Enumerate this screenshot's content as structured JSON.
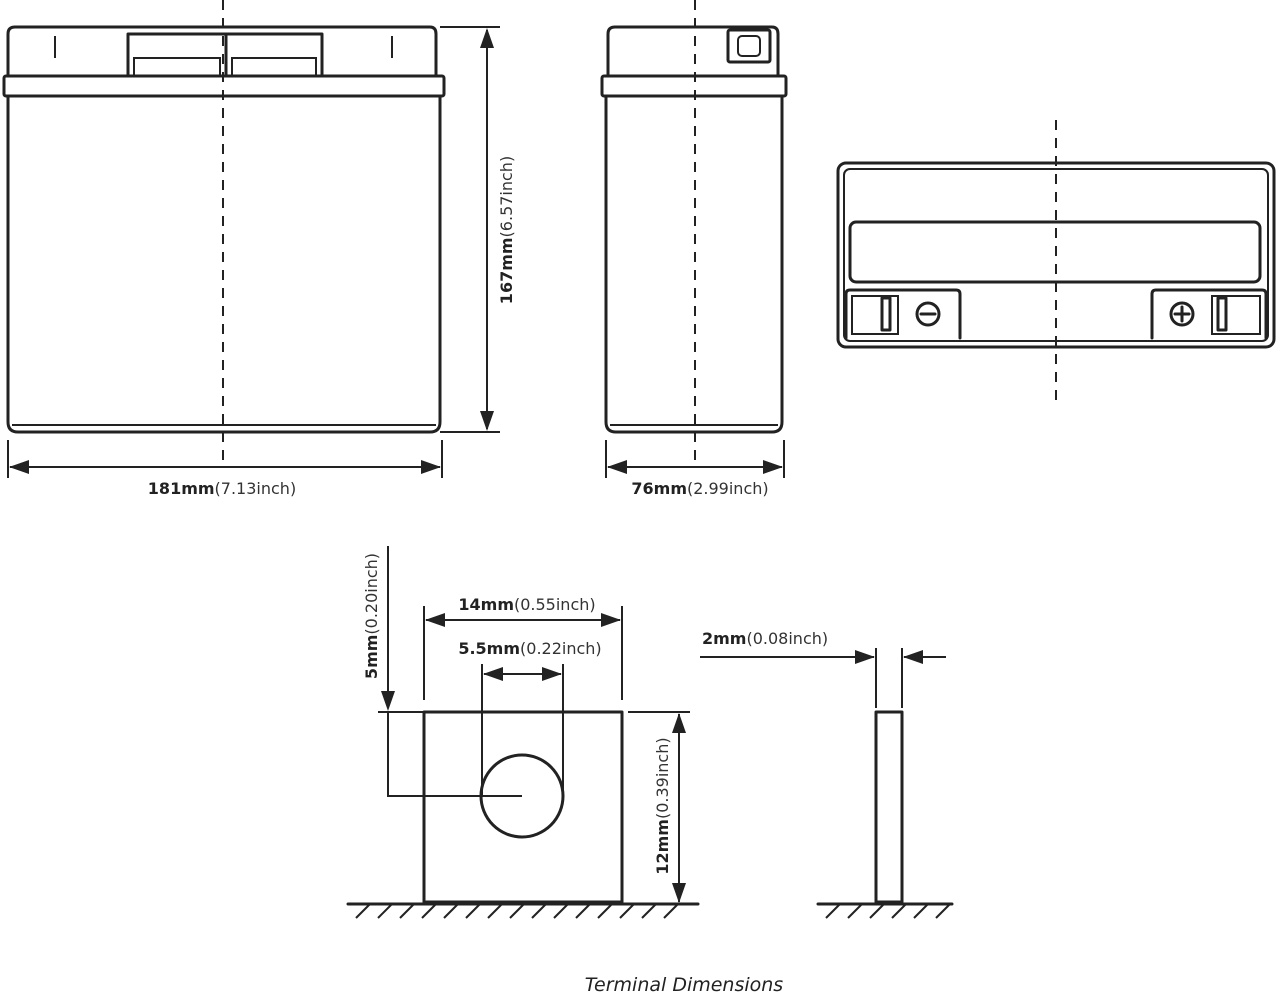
{
  "dimensions": {
    "length": {
      "value": "181mm",
      "inch": "(7.13inch)"
    },
    "height": {
      "value": "167mm",
      "inch": "(6.57inch)"
    },
    "width": {
      "value": "76mm",
      "inch": "(2.99inch)"
    }
  },
  "terminal": {
    "offset": {
      "value": "5mm",
      "inch": "(0.20inch)"
    },
    "tab_width": {
      "value": "14mm",
      "inch": "(0.55inch)"
    },
    "hole_diameter": {
      "value": "5.5mm",
      "inch": "(0.22inch)"
    },
    "thickness": {
      "value": "2mm",
      "inch": "(0.08inch)"
    },
    "tab_height": {
      "value": "12mm",
      "inch": "(0.39inch)"
    }
  },
  "symbols": {
    "negative": "⊖",
    "positive": "⊕"
  },
  "caption": "Terminal Dimensions"
}
